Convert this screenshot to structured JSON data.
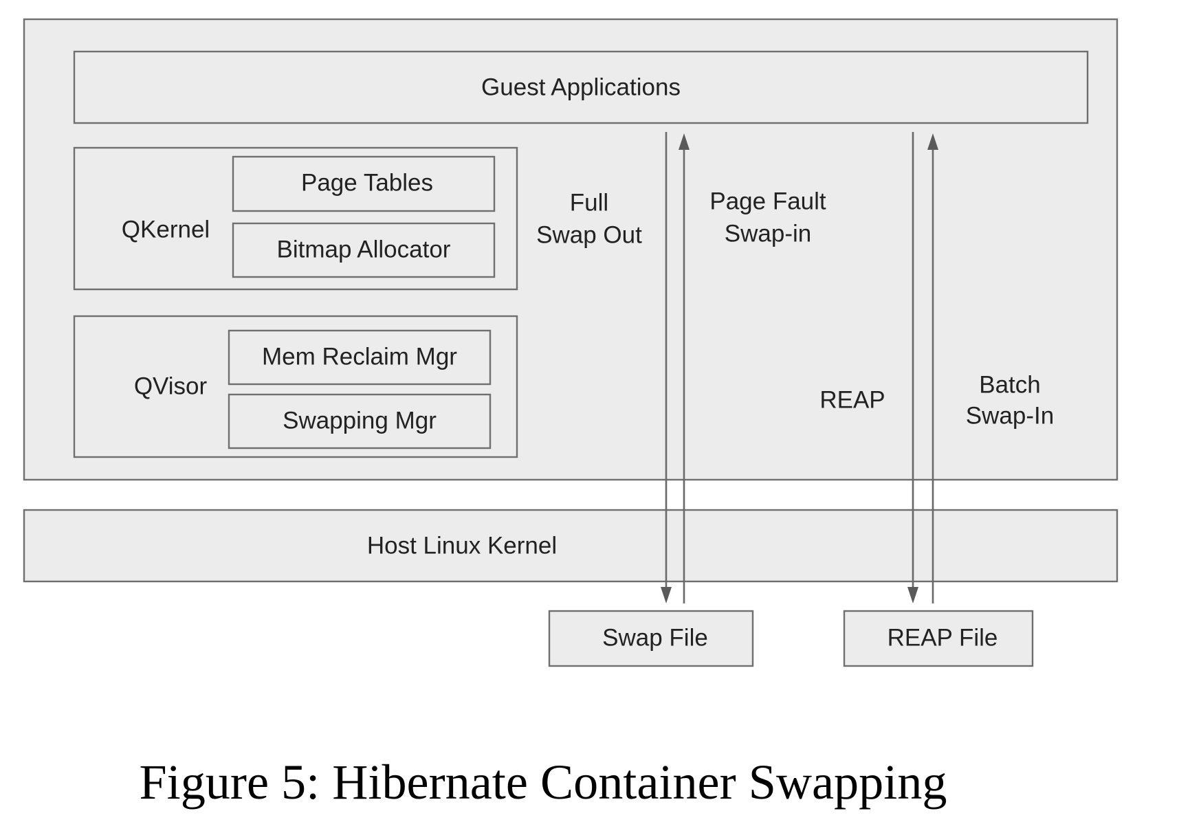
{
  "diagram": {
    "guest_applications": "Guest Applications",
    "qkernel": {
      "label": "QKernel",
      "components": [
        "Page Tables",
        "Bitmap Allocator"
      ]
    },
    "qvisor": {
      "label": "QVisor",
      "components": [
        "Mem Reclaim Mgr",
        "Swapping Mgr"
      ]
    },
    "host_kernel": "Host Linux Kernel",
    "files": [
      "Swap File",
      "REAP File"
    ],
    "flows": {
      "full_swap_out": [
        "Full",
        "Swap Out"
      ],
      "page_fault_swap_in": [
        "Page Fault",
        "Swap-in"
      ],
      "reap": "REAP",
      "batch_swap_in": [
        "Batch",
        "Swap-In"
      ]
    },
    "colors": {
      "box_fill": "#ececec",
      "border": "#6f6f6f",
      "arrow": "#6a6a6a",
      "text": "#222222"
    }
  },
  "caption": "Figure 5: Hibernate Container Swapping"
}
